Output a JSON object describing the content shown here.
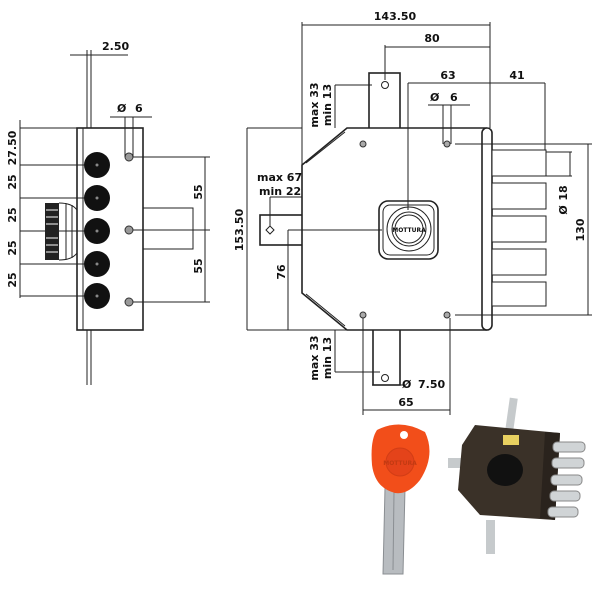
{
  "side_view": {
    "rod_offset": "2.50",
    "screw_diameter_symbol": "Ø",
    "screw_diameter": "6",
    "bolt_spacings": [
      "27.50",
      "25",
      "25",
      "25",
      "25"
    ],
    "screw_spacings": [
      "55",
      "55"
    ]
  },
  "front_view": {
    "overall_width": "143.50",
    "top_tab_offset": "80",
    "cylinder_to_face": "63",
    "bolt_throw": "41",
    "screw_diameter": "6",
    "top_tab_range": [
      "max 33",
      "min 13"
    ],
    "bottom_tab_range": [
      "max 33",
      "min 13"
    ],
    "left_tab_range": [
      "max 67",
      "min 22"
    ],
    "height": "153.50",
    "cylinder_height": "76",
    "bolt_diameter": "18",
    "bolt_span": "130",
    "bottom_hole_diameter": "7.50",
    "bottom_spacing": "65",
    "cylinder_brand": "MOTTURA",
    "diameter_symbol": "Ø"
  },
  "photos": {
    "key_brand": "MOTTURA",
    "key_color": "#f24e1a",
    "lock_color": "#3a3128"
  }
}
